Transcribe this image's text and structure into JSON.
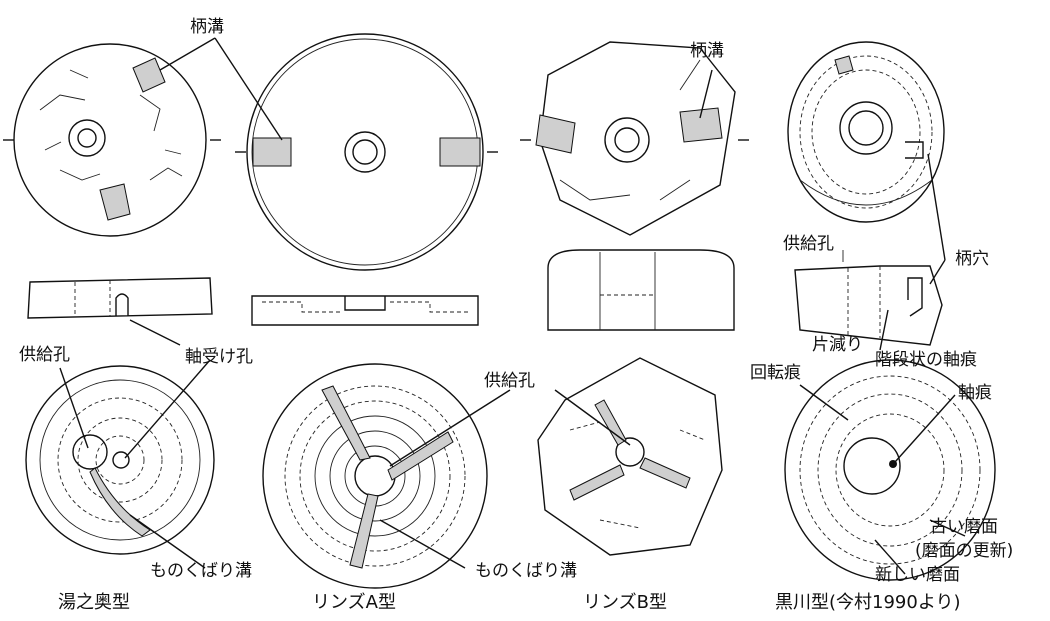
{
  "labels": {
    "handle_groove_1": "柄溝",
    "handle_groove_2": "柄溝",
    "feed_hole_yunooku": "供給孔",
    "bearing_hole": "軸受け孔",
    "feed_hole_a": "供給孔",
    "feed_hole_b": "供給孔",
    "groove_yunooku": "ものくばり溝",
    "groove_a": "ものくばり溝",
    "feed_hole_kurokawa": "供給孔",
    "handle_hole": "柄穴",
    "one_side_wear": "片減り",
    "stepped_axis_mark": "階段状の軸痕",
    "rotation_mark": "回転痕",
    "axis_mark": "軸痕",
    "old_grinding_surface": "古い磨面",
    "surface_renewal": "(磨面の更新)",
    "new_grinding_surface": "新しい磨面"
  },
  "captions": {
    "yunooku": "湯之奥型",
    "rinzu_a": "リンズA型",
    "rinzu_b": "リンズB型",
    "kurokawa": "黒川型(今村1990より)"
  }
}
